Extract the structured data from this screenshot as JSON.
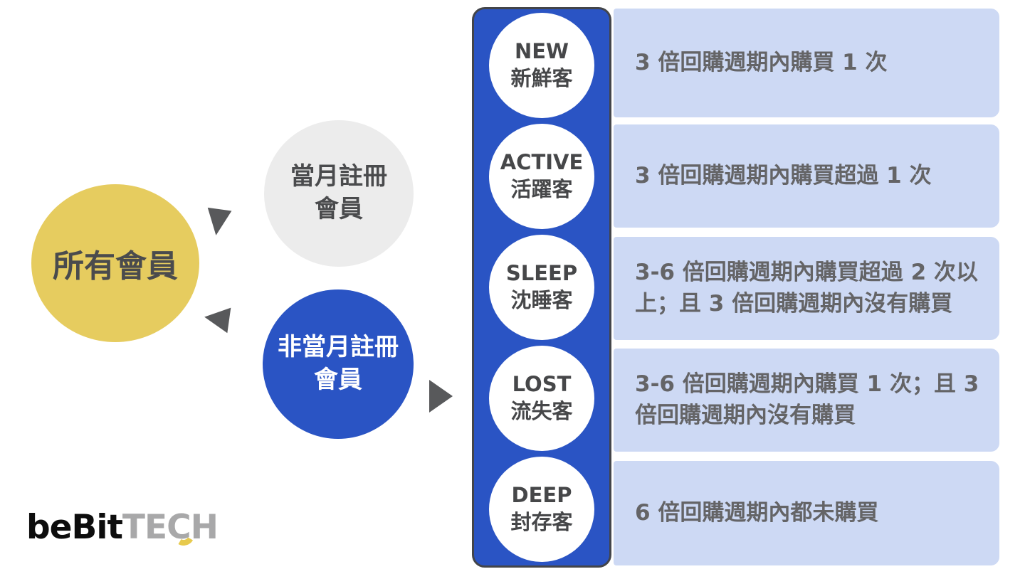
{
  "brand": {
    "logo_black": "beBit",
    "logo_gray": "TECH"
  },
  "colors": {
    "primary_blue": "#2a54c4",
    "panel_blue": "#cdd9f4",
    "accent_yellow": "#e6cc5f",
    "neutral_gray_circle": "#ececec",
    "arrow_gray": "#58595b",
    "column_border": "#43454a",
    "text_dark": "#4a4b4d",
    "panel_text": "#646466"
  },
  "nodes": {
    "all_members": {
      "label": "所有會員"
    },
    "current_month": {
      "line1": "當月註冊",
      "line2": "會員"
    },
    "non_current_month": {
      "line1": "非當月註冊",
      "line2": "會員"
    }
  },
  "segments": [
    {
      "code": "NEW",
      "name": "新鮮客",
      "description": "3 倍回購週期內購買 1 次"
    },
    {
      "code": "ACTIVE",
      "name": "活躍客",
      "description": "3 倍回購週期內購買超過 1 次"
    },
    {
      "code": "SLEEP",
      "name": "沈睡客",
      "description": "3-6 倍回購週期內購買超過 2 次以上；且 3 倍回購週期內沒有購買"
    },
    {
      "code": "LOST",
      "name": "流失客",
      "description": "3-6 倍回購週期內購買 1 次；且 3 倍回購週期內沒有購買"
    },
    {
      "code": "DEEP",
      "name": "封存客",
      "description": "6 倍回購週期內都未購買"
    }
  ]
}
